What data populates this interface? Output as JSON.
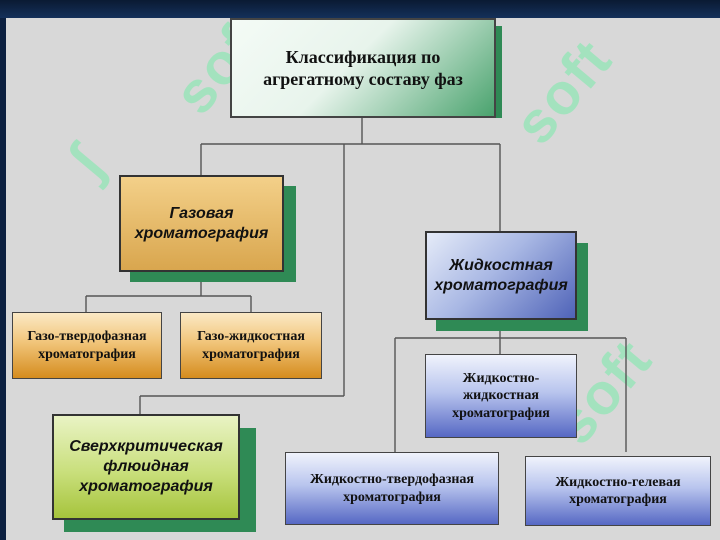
{
  "diagram": {
    "root": {
      "lines": [
        "Классификация по",
        "агрегатному составу фаз"
      ]
    },
    "gas": {
      "lines": [
        "Газовая",
        "хроматография"
      ]
    },
    "gas_solid": {
      "lines": [
        "Газо-твердофазная",
        "хроматография"
      ]
    },
    "gas_liquid": {
      "lines": [
        "Газо-жидкостная",
        "хроматография"
      ]
    },
    "supercritical": {
      "lines": [
        "Сверхкритическая",
        "флюидная",
        "хроматография"
      ]
    },
    "liquid": {
      "lines": [
        "Жидкостная",
        "хроматография"
      ]
    },
    "liquid_liquid": {
      "lines": [
        "Жидкостно-",
        "жидкостная",
        "хроматография"
      ]
    },
    "liquid_solid": {
      "lines": [
        "Жидкостно-твердофазная",
        "хроматография"
      ]
    },
    "liquid_gel": {
      "lines": [
        "Жидкостно-гелевая",
        "хроматография"
      ]
    }
  },
  "watermark": {
    "text": "soft"
  },
  "colors": {
    "background": "#d8d8d8",
    "shadow": "#2f8a55",
    "gas_fill": "#d9a64e",
    "gas_sub_fill": "#d58c1e",
    "supercritical_fill": "#a6c43c",
    "liquid_fill": "#4f63b8",
    "connector": "#555555"
  }
}
